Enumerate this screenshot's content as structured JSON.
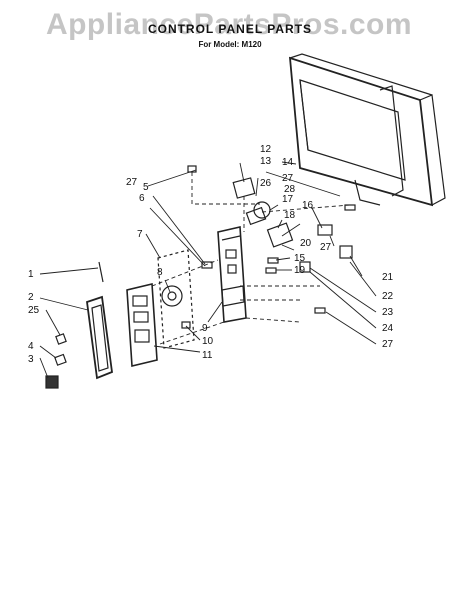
{
  "watermark": "AppliancePartsPros.com",
  "title": "CONTROL PANEL PARTS",
  "subtitle": "For Model: M120",
  "callouts": [
    {
      "id": "c1",
      "label": "1"
    },
    {
      "id": "c2",
      "label": "2"
    },
    {
      "id": "c25",
      "label": "25"
    },
    {
      "id": "c4",
      "label": "4"
    },
    {
      "id": "c3",
      "label": "3"
    },
    {
      "id": "c5",
      "label": "5"
    },
    {
      "id": "c6",
      "label": "6"
    },
    {
      "id": "c7",
      "label": "7"
    },
    {
      "id": "c8",
      "label": "8"
    },
    {
      "id": "c9",
      "label": "9"
    },
    {
      "id": "c10",
      "label": "10"
    },
    {
      "id": "c11",
      "label": "11"
    },
    {
      "id": "c12",
      "label": "12"
    },
    {
      "id": "c13",
      "label": "13"
    },
    {
      "id": "c14",
      "label": "14"
    },
    {
      "id": "c15",
      "label": "15"
    },
    {
      "id": "c16",
      "label": "16"
    },
    {
      "id": "c17",
      "label": "17"
    },
    {
      "id": "c18",
      "label": "18"
    },
    {
      "id": "c19",
      "label": "19"
    },
    {
      "id": "c20",
      "label": "20"
    },
    {
      "id": "c21",
      "label": "21"
    },
    {
      "id": "c22",
      "label": "22"
    },
    {
      "id": "c23",
      "label": "23"
    },
    {
      "id": "c24",
      "label": "24"
    },
    {
      "id": "c26",
      "label": "26"
    },
    {
      "id": "c27a",
      "label": "27"
    },
    {
      "id": "c27b",
      "label": "27"
    },
    {
      "id": "c27c",
      "label": "27"
    },
    {
      "id": "c27d",
      "label": "27"
    },
    {
      "id": "c28",
      "label": "28"
    }
  ]
}
